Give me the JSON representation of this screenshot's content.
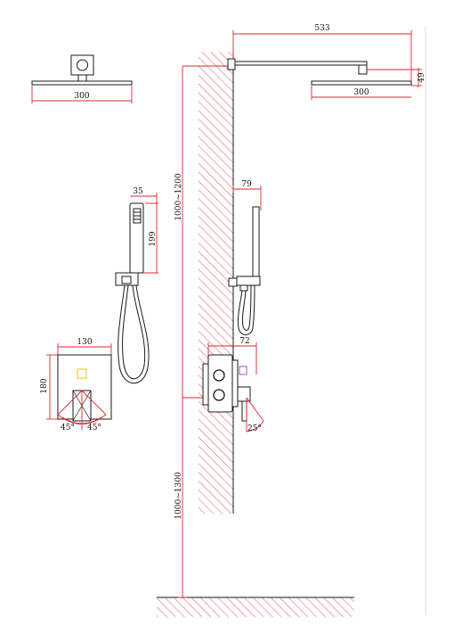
{
  "colors": {
    "dimension_red": "#e0262f",
    "outline_black": "#1a1a1a",
    "text": "#111111",
    "background": "#ffffff",
    "tile_yellow": "#f2c744",
    "tile_magenta": "#b04fc8"
  },
  "dimensions": {
    "arm_length": "533",
    "head_drop": "49",
    "head_width_side": "300",
    "head_width_top": "300",
    "slide_bar_offset": "79",
    "handset_width": "35",
    "handset_height": "199",
    "valve_depth": "72",
    "plate_width": "130",
    "plate_height": "180",
    "lever_angle_left": "45°",
    "lever_angle_right": "45°",
    "lever_angle_side": "25°",
    "height_upper": "1000~1200",
    "height_lower": "1000~1300"
  }
}
